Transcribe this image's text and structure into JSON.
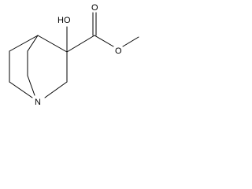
{
  "molecule": {
    "atoms": {
      "hydroxyl": "HO",
      "carbonyl_oxygen": "O",
      "ester_oxygen": "O",
      "nitrogen": "N"
    }
  }
}
